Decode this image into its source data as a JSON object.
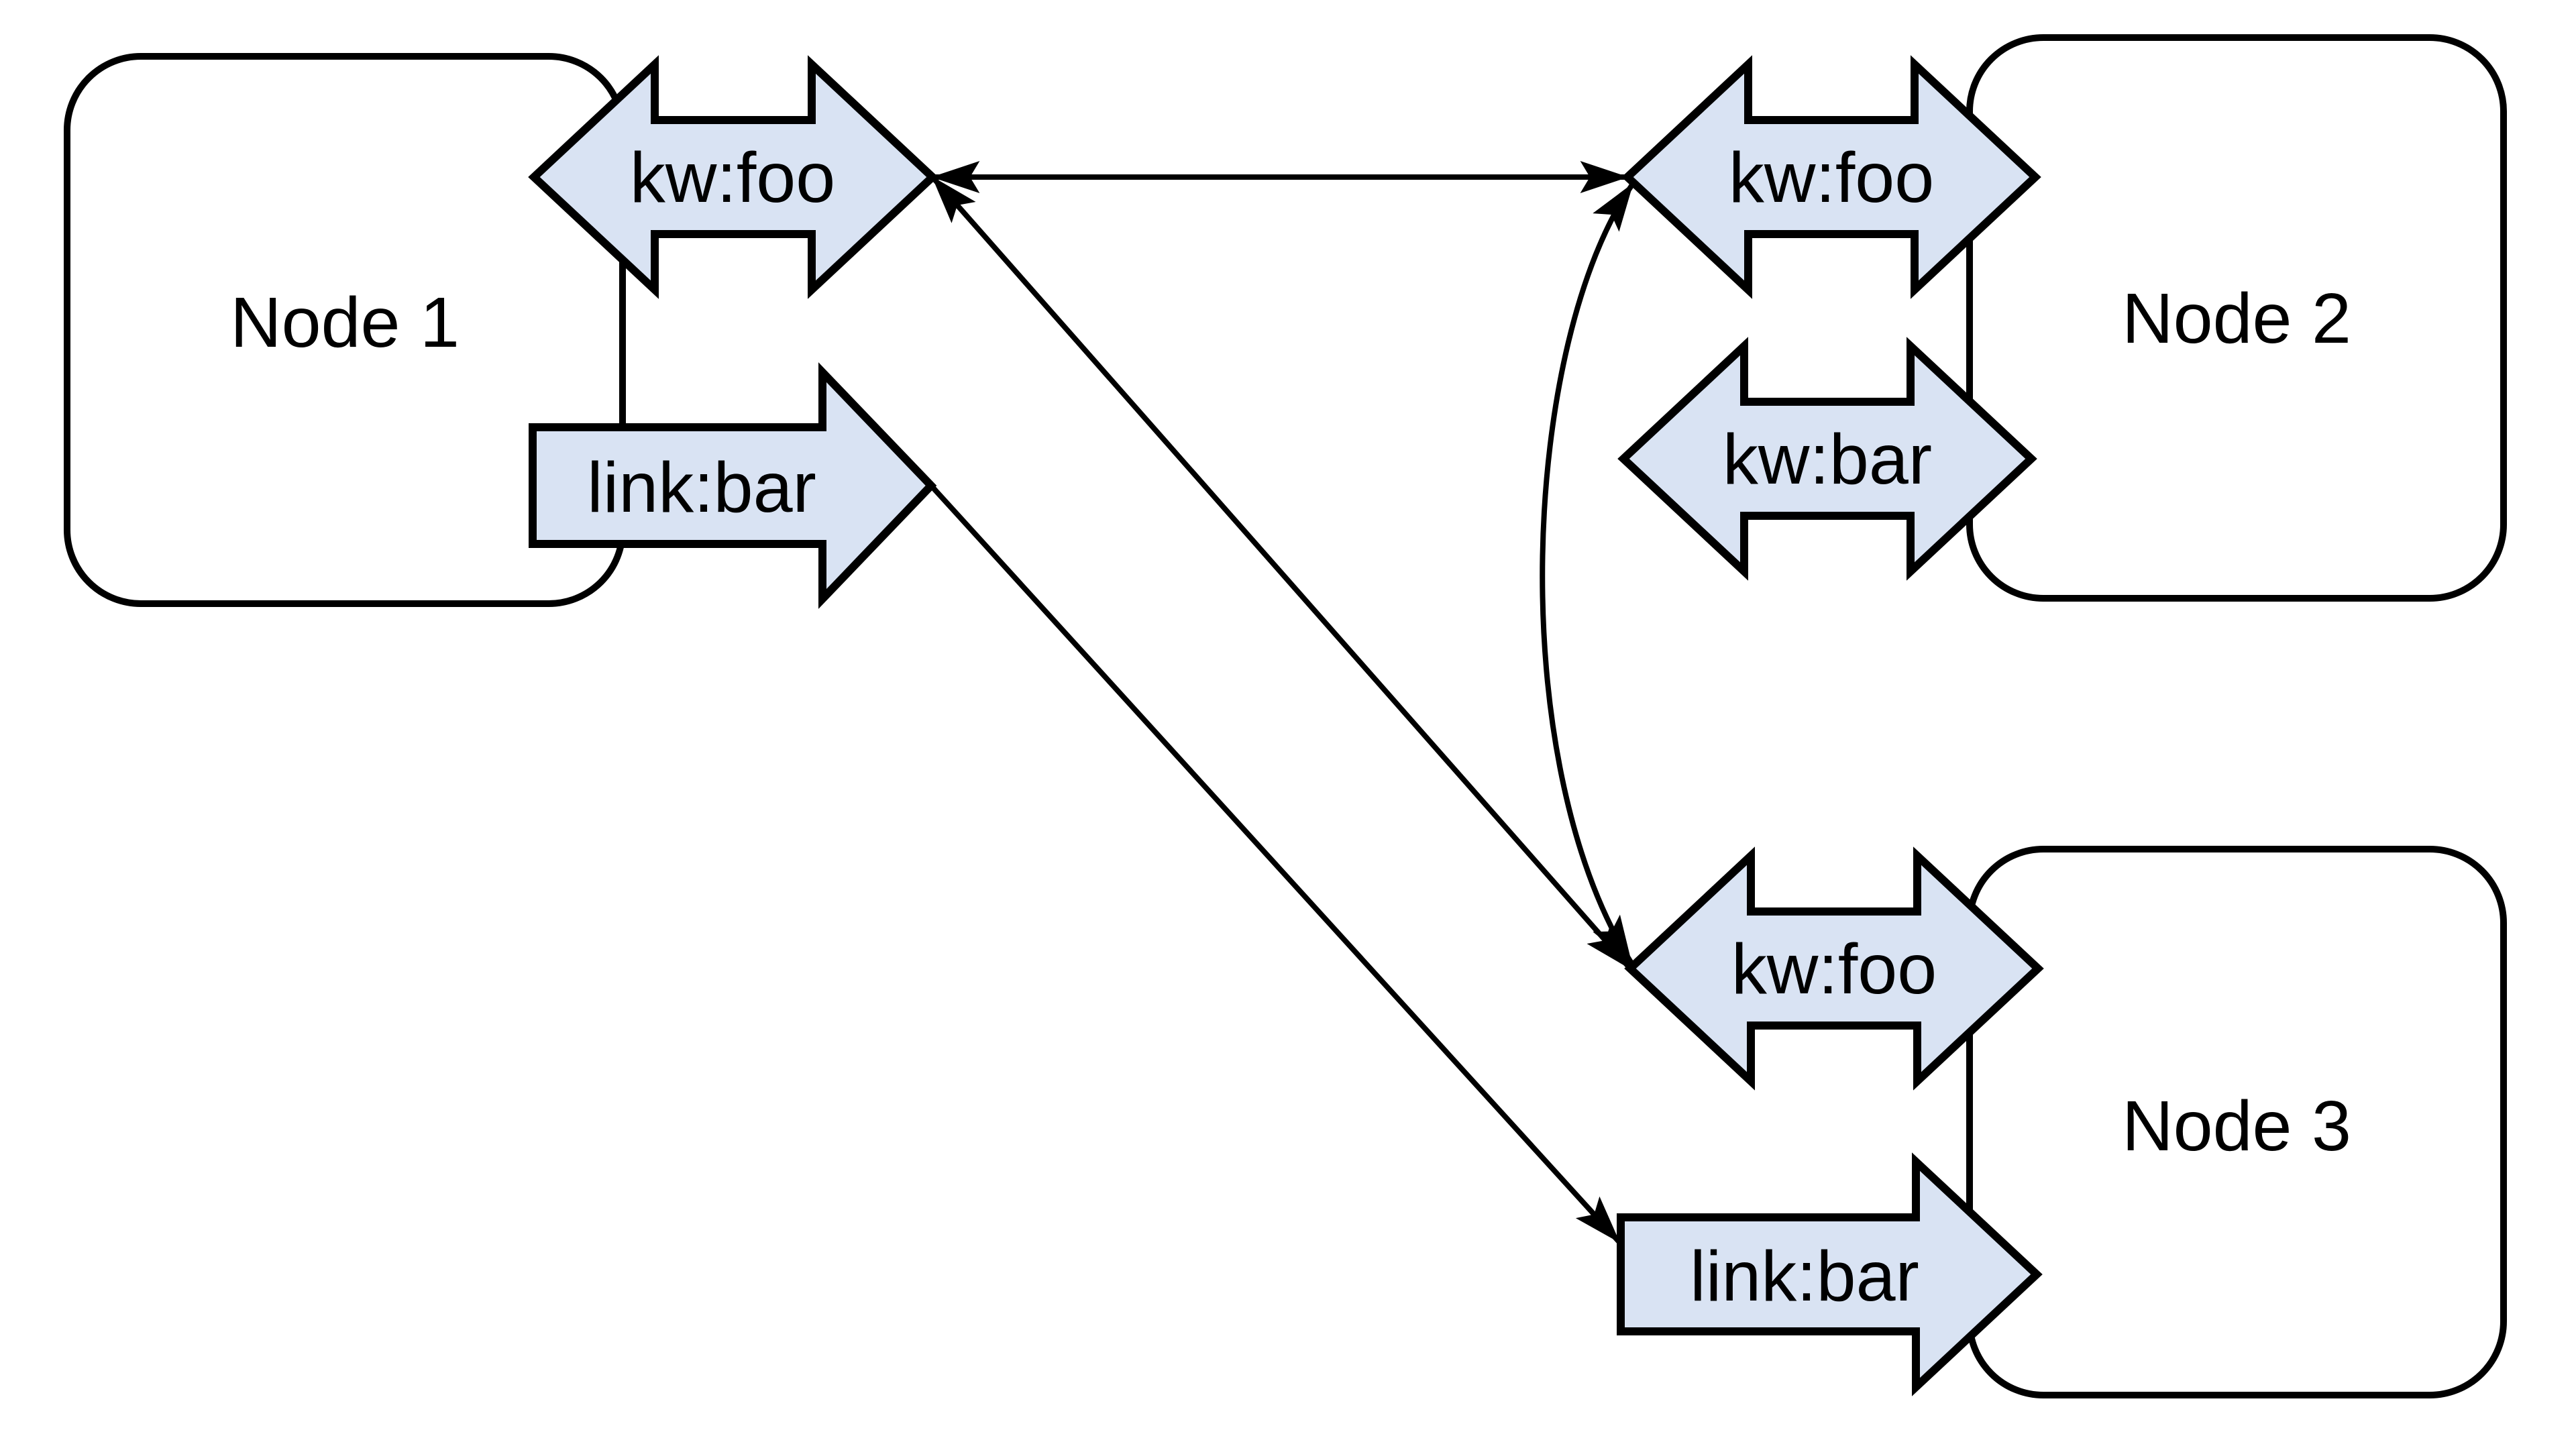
{
  "diagram": {
    "background_color": "#ffffff",
    "shape_fill_color": "#d9e3f3",
    "shape_stroke_color": "#000000",
    "connector_color": "#000000",
    "nodes": [
      {
        "id": "node1",
        "label": "Node 1"
      },
      {
        "id": "node2",
        "label": "Node 2"
      },
      {
        "id": "node3",
        "label": "Node 3"
      }
    ],
    "ports": [
      {
        "node": "node1",
        "label": "kw:foo",
        "shape": "double-arrow"
      },
      {
        "node": "node1",
        "label": "link:bar",
        "shape": "right-arrow"
      },
      {
        "node": "node2",
        "label": "kw:foo",
        "shape": "double-arrow"
      },
      {
        "node": "node2",
        "label": "kw:bar",
        "shape": "double-arrow"
      },
      {
        "node": "node3",
        "label": "kw:foo",
        "shape": "double-arrow"
      },
      {
        "node": "node3",
        "label": "link:bar",
        "shape": "right-arrow"
      }
    ],
    "edges": [
      {
        "from": "node1.kw:foo",
        "to": "node2.kw:foo",
        "style": "straight",
        "arrowheads": "both"
      },
      {
        "from": "node1.kw:foo",
        "to": "node3.kw:foo",
        "style": "straight",
        "arrowheads": "both"
      },
      {
        "from": "node2.kw:foo",
        "to": "node3.kw:foo",
        "style": "curved-left",
        "arrowheads": "both"
      },
      {
        "from": "node1.link:bar",
        "to": "node3.link:bar",
        "style": "straight",
        "arrowheads": "end"
      }
    ]
  }
}
